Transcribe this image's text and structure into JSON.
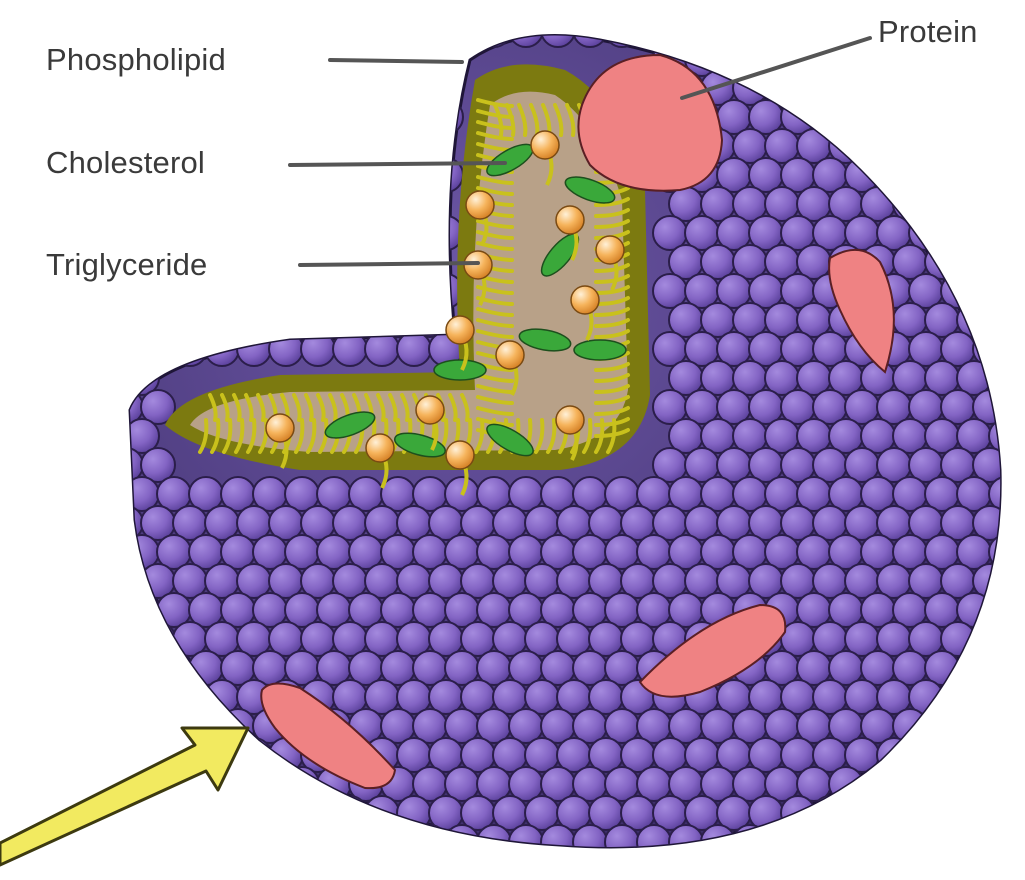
{
  "labels": {
    "phospholipid": "Phospholipid",
    "cholesterol": "Cholesterol",
    "triglyceride": "Triglyceride",
    "protein": "Protein"
  },
  "colors": {
    "phospholipid_head": "#8364c4",
    "phospholipid_outline": "#2b1e4a",
    "lipid_tail": "#c9c11c",
    "core": "#b8a188",
    "cholesterol": "#3aa83a",
    "triglyceride": "#f2a84a",
    "protein": "#ef8283",
    "arrow": "#f2ea60",
    "leader_line": "#555555"
  }
}
